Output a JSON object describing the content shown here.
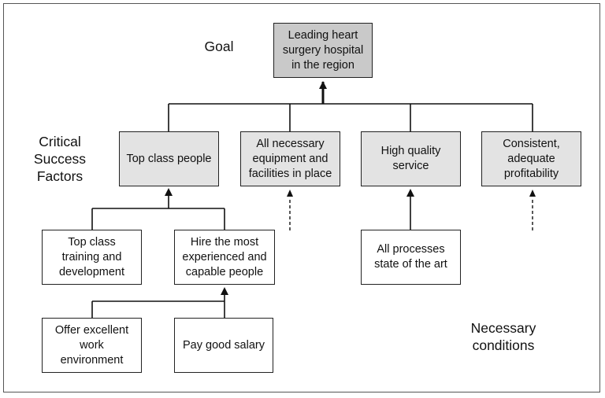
{
  "labels": {
    "goal": "Goal",
    "csf": "Critical\nSuccess\nFactors",
    "necessary": "Necessary\nconditions"
  },
  "nodes": {
    "goal": "Leading heart\nsurgery hospital\nin the region",
    "top_class_people": "Top class people",
    "equipment": "All necessary\nequipment and\nfacilities in place",
    "high_quality": "High quality\nservice",
    "profitability": "Consistent,\nadequate\nprofitability",
    "training": "Top class\ntraining and\ndevelopment",
    "hire": "Hire the most\nexperienced and\ncapable people",
    "processes": "All processes\nstate of the art",
    "work_env": "Offer excellent\nwork\nenvironment",
    "salary": "Pay good salary"
  },
  "colors": {
    "goal_fill": "#c9c9c9",
    "csf_fill": "#e3e3e3",
    "condition_fill": "#ffffff",
    "line": "#111111"
  }
}
